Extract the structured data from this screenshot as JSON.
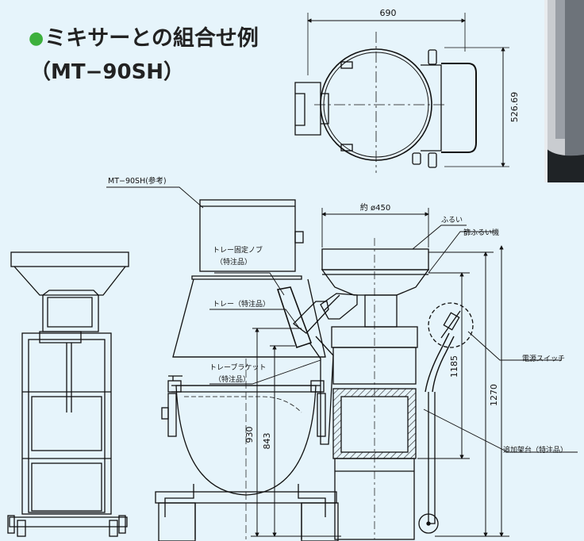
{
  "heading": {
    "bullet": "●",
    "line1": "ミキサーとの組合せ例",
    "line2": "（MT−90SH）"
  },
  "dimensions": {
    "top_width": "690",
    "top_depth": "526.69",
    "hopper_diameter": "約 ø450",
    "height_930": "930",
    "height_843": "843",
    "height_1185": "1185",
    "height_1270": "1270"
  },
  "callouts": {
    "mixer_ref": "MT−90SH(参考)",
    "tray_knob": "トレー固定ノブ",
    "tray_knob_note": "（特注品）",
    "tray": "トレー（特注品）",
    "tray_bracket": "トレーブラケット",
    "tray_bracket_note": "（特注品）",
    "sieve": "ふるい",
    "sieve_machine": "篩ふるい機",
    "power_switch": "電源スイッチ",
    "extra_stand": "追加架台（特注品）"
  }
}
